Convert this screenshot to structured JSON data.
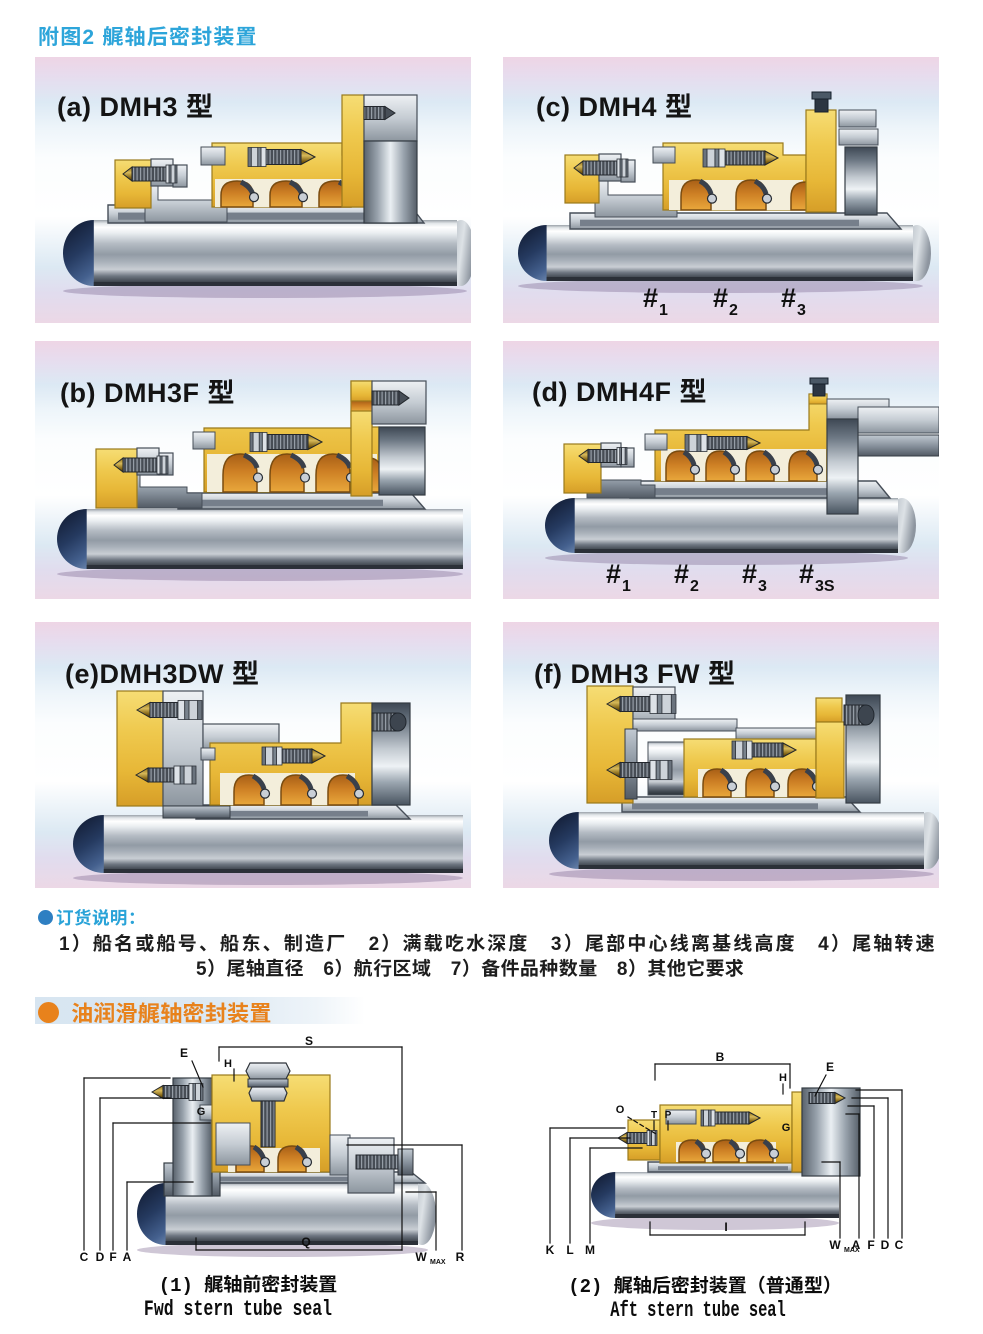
{
  "title": "附图2  艉轴后密封装置",
  "panels": [
    {
      "key": "a",
      "label": "(a) DMH3 型",
      "marks": []
    },
    {
      "key": "c",
      "label": "(c) DMH4 型",
      "marks": [
        {
          "prefix": "#",
          "sub": "1"
        },
        {
          "prefix": "#",
          "sub": "2"
        },
        {
          "prefix": "#",
          "sub": "3"
        }
      ]
    },
    {
      "key": "b",
      "label": "(b) DMH3F 型",
      "marks": []
    },
    {
      "key": "d",
      "label": "(d) DMH4F 型",
      "marks": [
        {
          "prefix": "#",
          "sub": "1"
        },
        {
          "prefix": "#",
          "sub": "2"
        },
        {
          "prefix": "#",
          "sub": "3"
        },
        {
          "prefix": "#",
          "sub": "3S"
        }
      ]
    },
    {
      "key": "e",
      "label": "(e)DMH3DW 型",
      "marks": []
    },
    {
      "key": "f",
      "label": "(f) DMH3 FW 型",
      "marks": []
    }
  ],
  "ordering": {
    "heading": "订货说明：",
    "line1": "1）船名或船号、船东、制造厂　2）满载吃水深度　3）尾部中心线离基线高度　4）尾轴转速",
    "line2": "5）尾轴直径　6）航行区域　7）备件品种数量　8）其他它要求"
  },
  "oil_section": {
    "heading": "油润滑艉轴密封装置"
  },
  "diagrams": [
    {
      "caption_zh": "(1) 艉轴前密封装置",
      "caption_en": "Fwd stern tube seal",
      "labels": {
        "top": "S",
        "e": "E",
        "h": "H",
        "g": "G",
        "left": [
          "C",
          "D",
          "F",
          "A"
        ],
        "bottom": "Q",
        "w": "W",
        "wsub": "MAX",
        "r": "R"
      }
    },
    {
      "caption_zh": "(2) 艉轴后密封装置（普通型）",
      "caption_en": "Aft stern tube seal",
      "labels": {
        "top": "B",
        "e": "E",
        "h": "H",
        "o": "O",
        "t": "T",
        "p": "P",
        "g": "G",
        "left": [
          "K",
          "L",
          "M"
        ],
        "bottom": "I",
        "w": "W",
        "wsub": "MAX",
        "right": [
          "A",
          "F",
          "D",
          "C"
        ]
      }
    }
  ],
  "colors": {
    "title": "#2da5da",
    "ordering_bullet": "#2e7fc2",
    "ordering_heading": "#29a3d8",
    "body_text": "#1d1d1d",
    "oil_accent": "#e8821c",
    "oil_bar": "#dce8f2",
    "panel_label": "#141414",
    "housing_yellow": "#eec04a",
    "cavity_amber": "#d9912f",
    "metal_grey": "#aab3bd",
    "shaft_end_navy": "#273a5e"
  }
}
